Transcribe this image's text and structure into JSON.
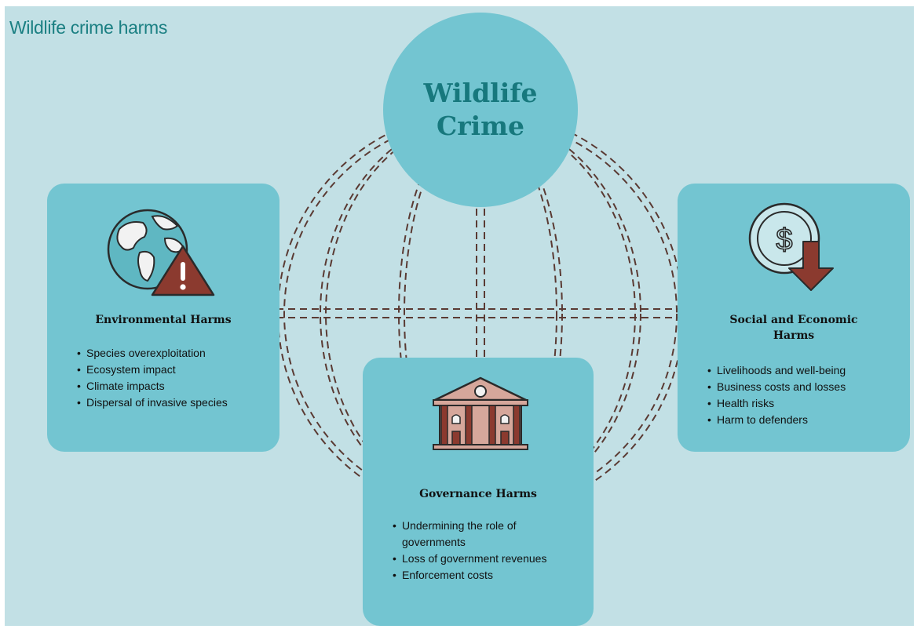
{
  "title": "Wildlife crime harms",
  "center": {
    "label": "Wildlife Crime"
  },
  "colors": {
    "background": "#c2e0e5",
    "card": "#73c5d1",
    "title_teal": "#1a7f82",
    "accent_red": "#8b3a2f",
    "dashed_line": "#5a3a33"
  },
  "cards": [
    {
      "heading": "Environmental Harms",
      "icon": "globe-warning-icon",
      "items": [
        "Species overexploitation",
        "Ecosystem impact",
        "Climate impacts",
        "Dispersal of invasive species"
      ]
    },
    {
      "heading": "Social and Economic Harms",
      "icon": "dollar-down-arrow-icon",
      "items": [
        "Livelihoods and well-being",
        "Business costs and losses",
        "Health risks",
        "Harm to defenders"
      ]
    },
    {
      "heading": "Governance Harms",
      "icon": "government-building-icon",
      "items": [
        "Undermining the role of governments",
        "Loss of government revenues",
        "Enforcement costs"
      ]
    }
  ]
}
